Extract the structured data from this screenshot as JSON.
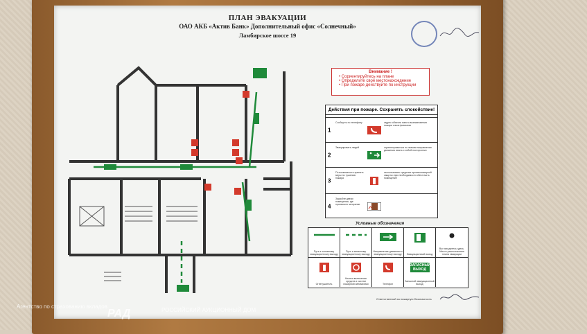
{
  "header": {
    "title": "ПЛАН ЭВАКУАЦИИ",
    "subtitle": "ОАО АКБ «Актив Банк» Дополнительный офис «Солнечный»",
    "address": "Ламбирское шоссе 19"
  },
  "attention": {
    "title": "Внимание !",
    "items": [
      "Сориентируйтесь на плане",
      "Определите своё местонахождение",
      "При пожаре действуйте по инструкции"
    ]
  },
  "actions": {
    "heading": "Действия при пожаре.  Сохранять спокойствие!",
    "rows": [
      {
        "num": "1",
        "text": "Сообщить по телефону:",
        "desc": "•адрес объекта •место возникновения пожара •свою фамилию",
        "icon": "phone-icon"
      },
      {
        "num": "2",
        "text": "Эвакуировать людей",
        "desc": "•ориентироваться по знакам направления движения •взять с собой посторонних",
        "icon": "exit-arrow-icon"
      },
      {
        "num": "3",
        "text": "По возможности принять меры по тушению пожара",
        "desc": "•использовать средства противопожарной защиты •при необходимости обесточить помещение",
        "icon": "extinguisher-icon"
      },
      {
        "num": "4",
        "text": "Закройте двери помещения, где произошло загорание",
        "desc": "",
        "icon": "door-icon"
      }
    ]
  },
  "legend": {
    "title": "Условные обозначения",
    "items": [
      "Путь к основному эвакуационному выходу",
      "Путь к запасному эвакуационному выходу",
      "Направление движения к эвакуационному выходу",
      "Эвакуационный выход",
      "Вы находитесь здесь. Место расположения плана эвакуации",
      "Огнетушитель",
      "Кнопка включения средств и систем пожарной автоматики",
      "Телефон",
      "Запасной эвакуационный выход"
    ],
    "exit_sign_text": "ЗАПАСНЫЙ ВЫХОД"
  },
  "footer": {
    "responsible": "Ответственный за пожарную безопасность"
  },
  "watermarks": {
    "agency": "Агентство по страхованию вкладов",
    "logo": "РАД",
    "auction": "РОССИЙСКИЙ АУКЦИОННЫЙ ДОМ"
  },
  "colors": {
    "green": "#1f8a3a",
    "red": "#d33a2c",
    "wall": "#333333",
    "frame": "#9a6633"
  }
}
